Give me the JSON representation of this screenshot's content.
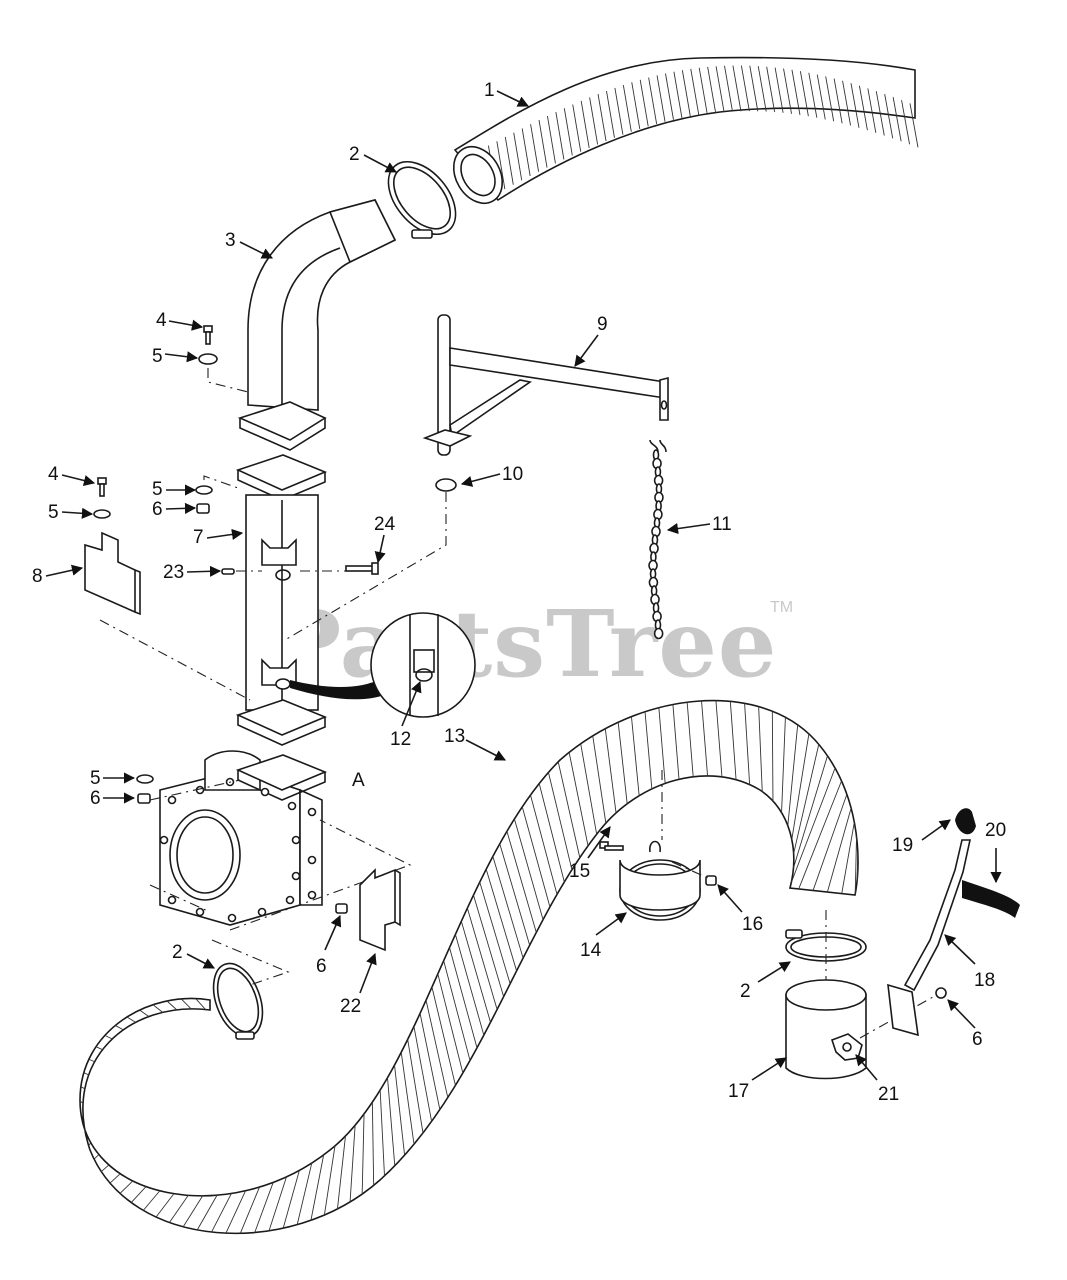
{
  "watermark": {
    "brand": "PartsTree",
    "trademark": "TM"
  },
  "callouts": [
    "1",
    "2",
    "3",
    "4",
    "5",
    "4",
    "5",
    "6",
    "5",
    "7",
    "8",
    "23",
    "24",
    "9",
    "10",
    "11",
    "12",
    "13",
    "5",
    "6",
    "A",
    "15",
    "14",
    "16",
    "2",
    "6",
    "22",
    "17",
    "21",
    "6",
    "18",
    "19",
    "20",
    "2"
  ],
  "colors": {
    "line": "#1a1a1a",
    "watermark": "#c9c9c9",
    "background": "#ffffff"
  }
}
